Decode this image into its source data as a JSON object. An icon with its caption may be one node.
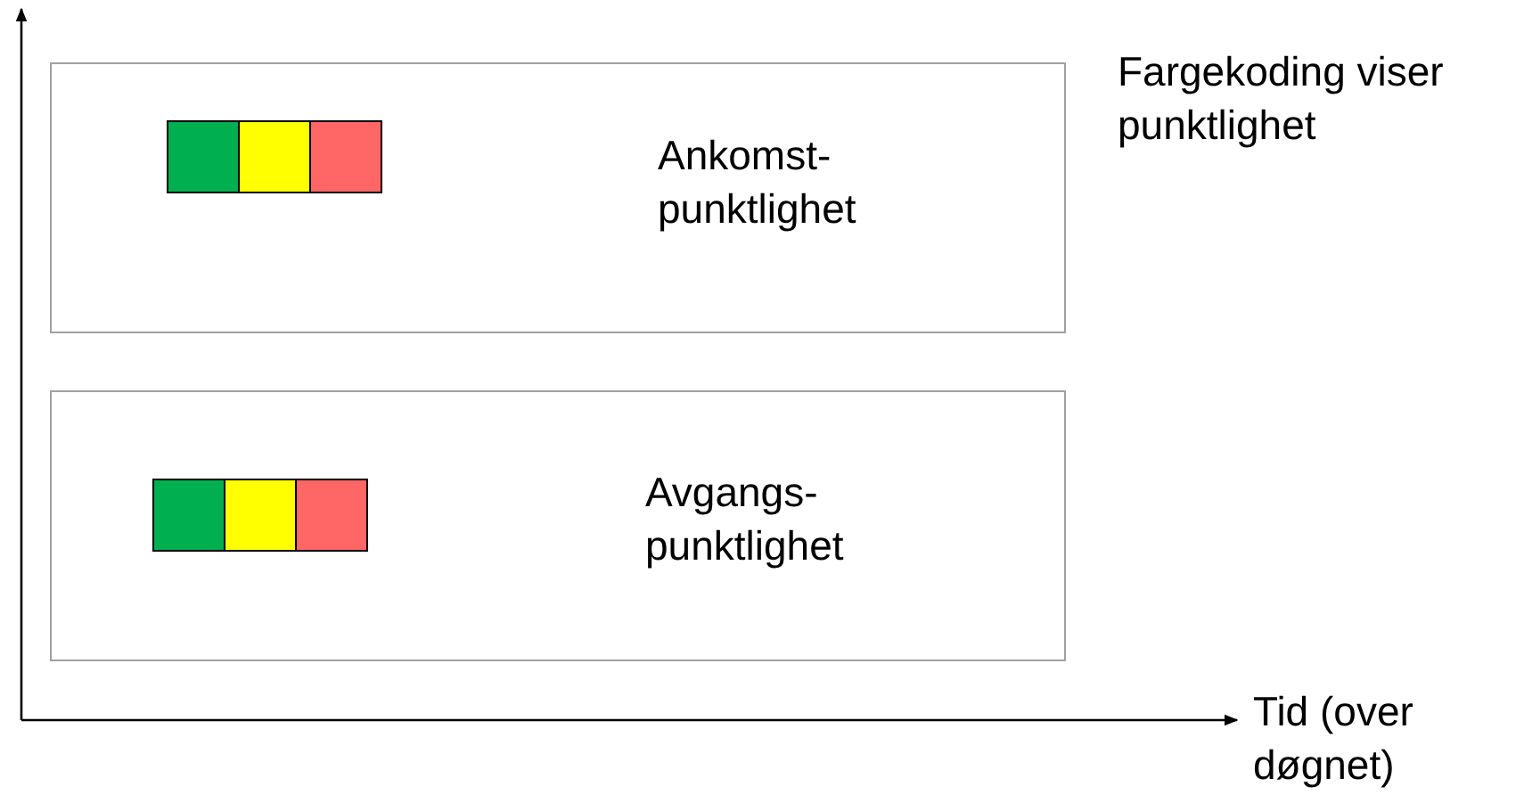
{
  "diagram": {
    "nodes": [
      {
        "text": [
          "Ankomst- punktlighet"
        ]
      },
      {
        "text": [
          "Avgangs- punktlighet"
        ]
      }
    ],
    "labels": [
      "Fargekoding viser punktlighet",
      "Tid (over døgnet)"
    ]
  }
}
